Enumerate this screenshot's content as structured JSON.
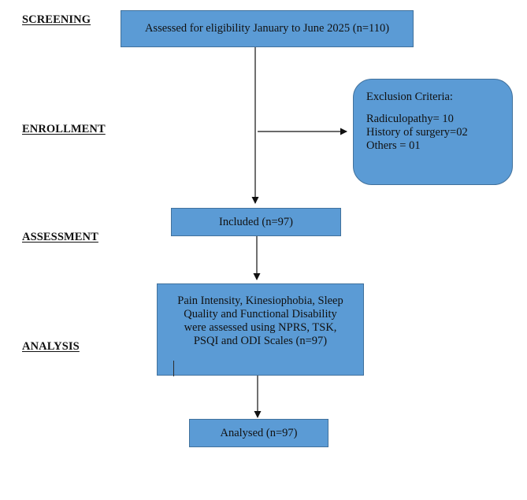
{
  "colors": {
    "box_fill": "#5b9bd5",
    "box_border": "#41719c",
    "arrow": "#111111"
  },
  "stages": {
    "screening": "SCREENING",
    "enrollment": "ENROLLMENT",
    "assessment": "ASSESSMENT",
    "analysis": "ANALYSIS"
  },
  "boxes": {
    "eligibility": "Assessed for eligibility January to June 2025 (n=110)",
    "exclusion": {
      "title": "Exclusion Criteria:",
      "items": [
        "Radiculopathy= 10",
        "History of surgery=02",
        "Others = 01"
      ]
    },
    "included": "Included (n=97)",
    "assessment_detail": {
      "lines": [
        "Pain Intensity, Kinesiophobia, Sleep",
        "Quality and Functional Disability",
        "were assessed using NPRS, TSK,",
        "PSQI and ODI Scales (n=97)"
      ]
    },
    "analysed": "Analysed (n=97)"
  }
}
